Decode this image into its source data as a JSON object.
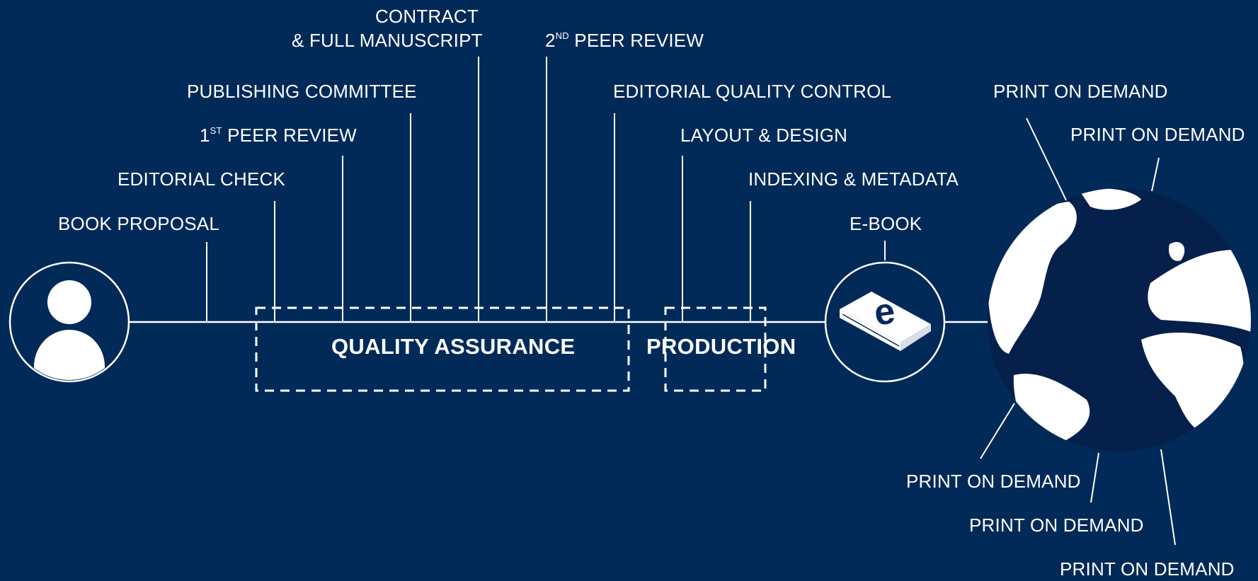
{
  "colors": {
    "background": "#012a58",
    "foreground": "#ffffff",
    "dark_fill": "#05204a"
  },
  "steps": {
    "book_proposal": "BOOK PROPOSAL",
    "editorial_check": "EDITORIAL CHECK",
    "first_review": {
      "pre": "1",
      "sup": "ST",
      "post": " PEER REVIEW"
    },
    "publishing_committee": "PUBLISHING COMMITTEE",
    "contract_line1": "CONTRACT",
    "contract_line2": "& FULL MANUSCRIPT",
    "second_review": {
      "pre": "2",
      "sup": "ND",
      "post": " PEER REVIEW"
    },
    "editorial_qc": "EDITORIAL QUALITY CONTROL",
    "layout_design": "LAYOUT & DESIGN",
    "indexing": "INDEXING & METADATA",
    "ebook": "E-BOOK"
  },
  "phases": {
    "quality_assurance": "QUALITY ASSURANCE",
    "production": "PRODUCTION"
  },
  "distribution": [
    "PRINT ON DEMAND",
    "PRINT ON DEMAND",
    "PRINT ON DEMAND",
    "PRINT ON DEMAND",
    "PRINT ON DEMAND"
  ],
  "icons": {
    "author": "person-icon",
    "ebook": "ebook-icon",
    "world": "globe-icon"
  }
}
